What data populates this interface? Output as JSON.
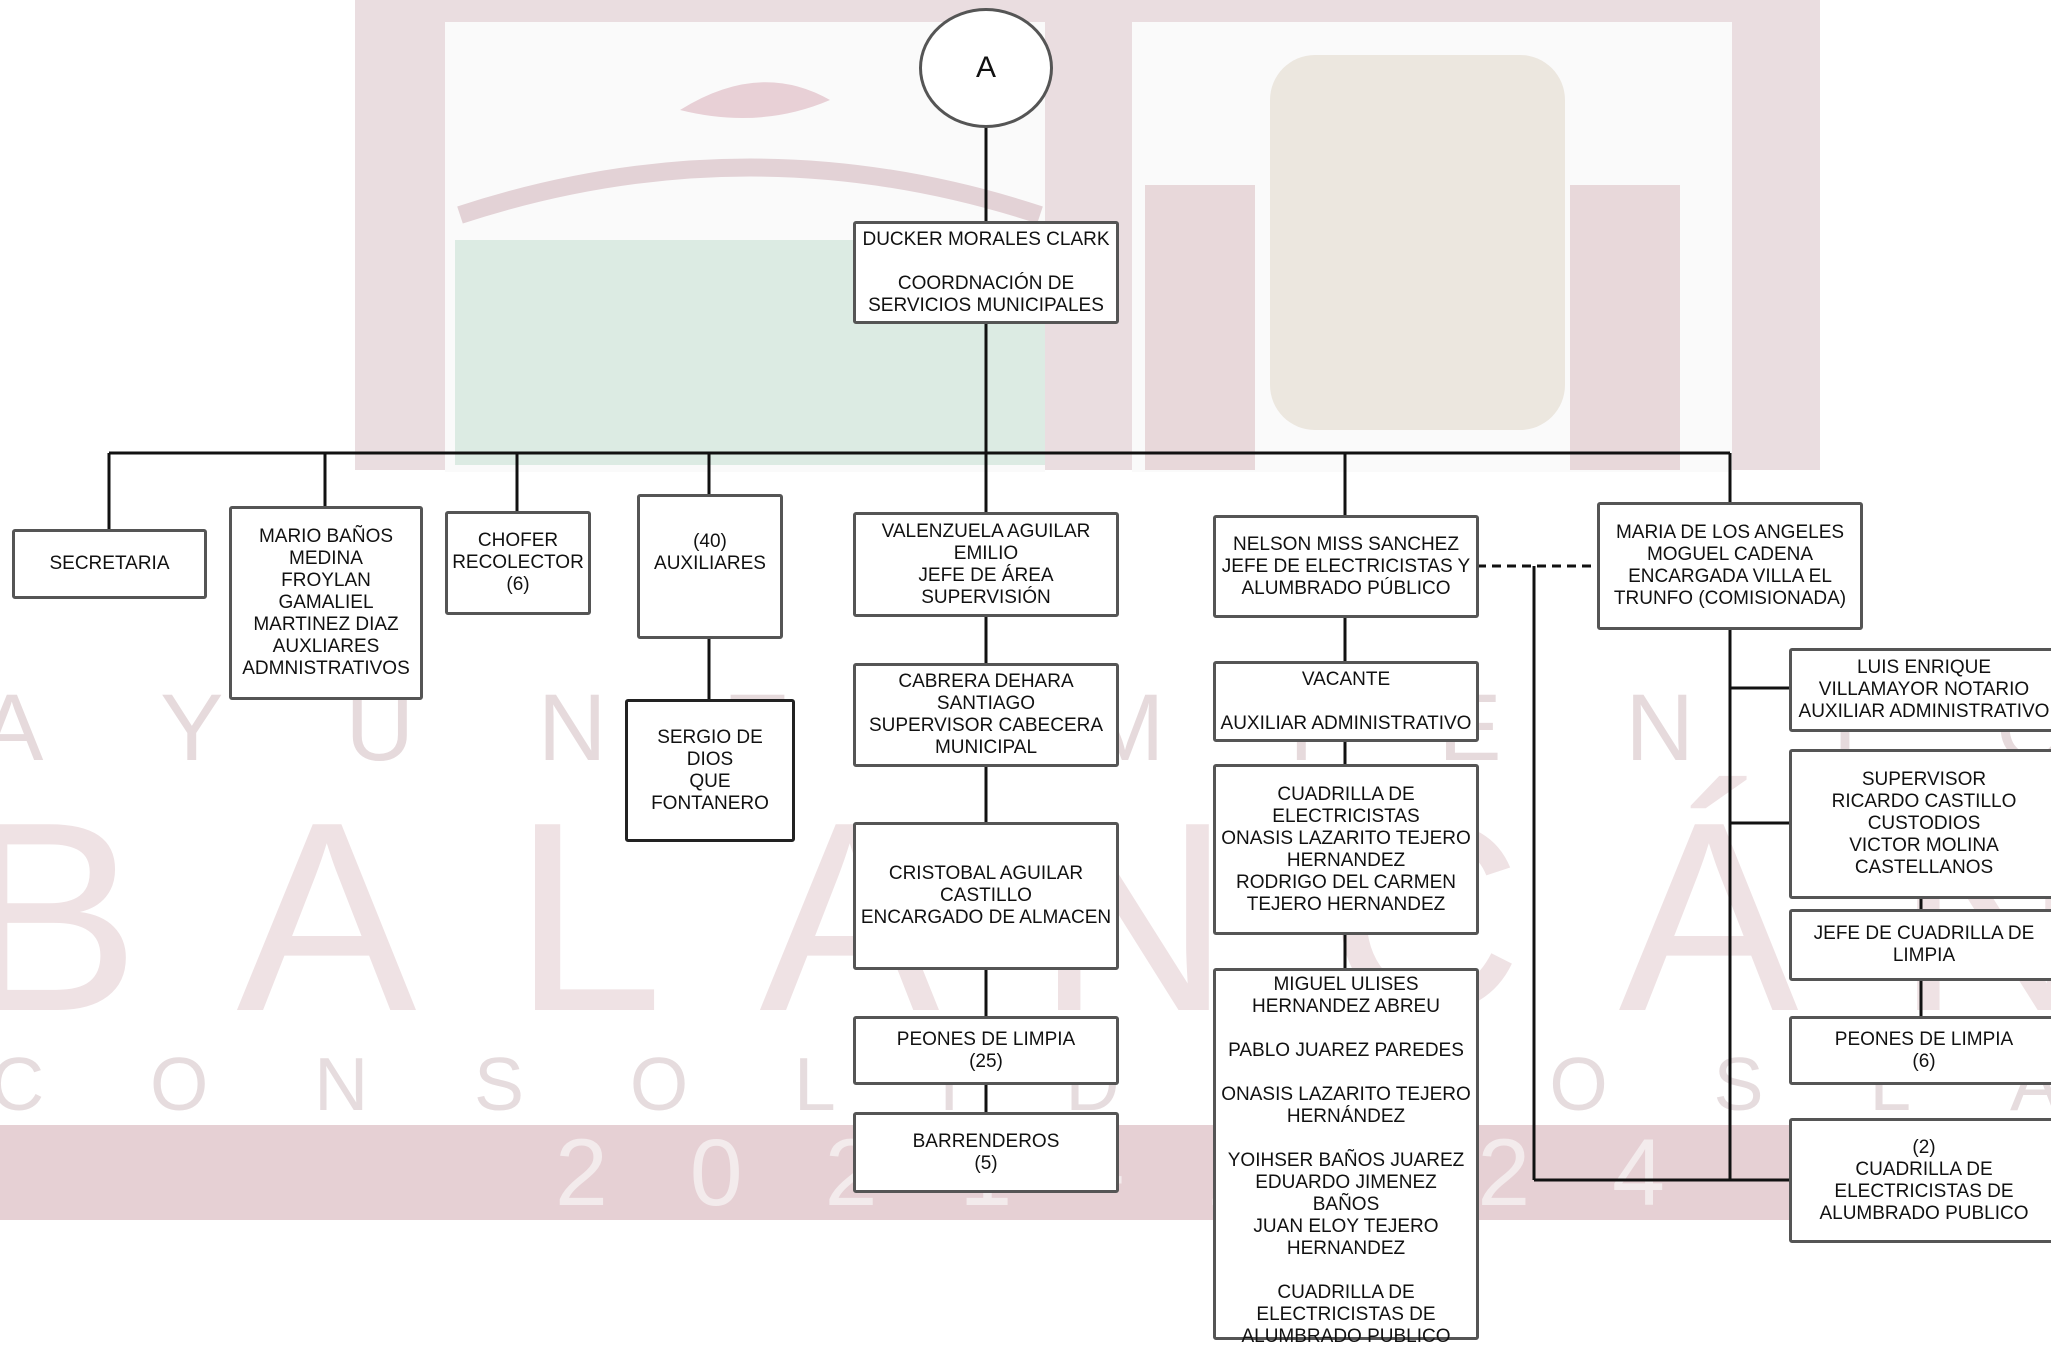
{
  "connector_label": "A",
  "colors": {
    "watermark": "#e8d8da",
    "watermark_band": "#e3ccd0",
    "watermark_text": "#e2d3d6",
    "sea": "#dcebe3",
    "stone": "#ece7df",
    "line": "#111111",
    "border": "#555555"
  },
  "watermark": {
    "word_top": "A Y U N T A M I E N T O",
    "word_big": "BALANCÁN",
    "word_motto": "C O N S O L I D E M O S  L A",
    "years": "2 0 2 1 - 2 0 2 4"
  },
  "nodes": {
    "head": "DUCKER MORALES CLARK\n\nCOORDNACIÓN DE\nSERVICIOS MUNICIPALES",
    "secretaria": "SECRETARIA",
    "admin_aux": "MARIO BAÑOS\nMEDINA\nFROYLAN\nGAMALIEL\nMARTINEZ DIAZ\nAUXLIARES\nADMNISTRATIVOS",
    "chofer": "CHOFER\nRECOLECTOR\n(6)",
    "auxiliares": "(40)\nAUXILIARES",
    "fontanero": "SERGIO DE DIOS\nQUE\nFONTANERO",
    "supervision": "VALENZUELA AGUILAR\nEMILIO\nJEFE  DE ÁREA\nSUPERVISIÓN",
    "supervisor_cabecera": "CABRERA DEHARA\nSANTIAGO\nSUPERVISOR CABECERA\nMUNICIPAL",
    "almacen": "CRISTOBAL AGUILAR\nCASTILLO\nENCARGADO DE ALMACEN",
    "peones25": "PEONES DE LIMPIA\n(25)",
    "barrenderos": "BARRENDEROS\n(5)",
    "electricistas_jefe": "NELSON MISS SANCHEZ\nJEFE DE ELECTRICISTAS Y\nALUMBRADO PÚBLICO",
    "vacante": "VACANTE\n\nAUXILIAR ADMINISTRATIVO",
    "cuadrilla1": "CUADRILLA DE\nELECTRICISTAS\nONASIS LAZARITO TEJERO\nHERNANDEZ\nRODRIGO DEL CARMEN\nTEJERO HERNANDEZ",
    "cuadrilla_lista": "MIGUEL ULISES\nHERNANDEZ ABREU\n\nPABLO JUAREZ PAREDES\n\nONASIS LAZARITO TEJERO\nHERNÁNDEZ\n\nYOIHSER BAÑOS JUAREZ\nEDUARDO JIMENEZ BAÑOS\nJUAN ELOY TEJERO\nHERNANDEZ\n\nCUADRILLA DE\nELECTRICISTAS  DE\nALUMBRADO PUBLICO",
    "villa": "MARIA DE LOS ANGELES\nMOGUEL CADENA\nENCARGADA VILLA EL\nTRUNFO (COMISIONADA)",
    "villa_aux": "LUIS ENRIQUE\nVILLAMAYOR NOTARIO\nAUXILIAR ADMINISTRATIVO",
    "villa_supervisor": "SUPERVISOR\nRICARDO CASTILLO\nCUSTODIOS\nVICTOR MOLINA\nCASTELLANOS",
    "villa_jefe_cuadrilla": "JEFE DE CUADRILLA DE\nLIMPIA",
    "villa_peones": "PEONES DE LIMPIA\n(6)",
    "villa_electricistas": "(2)\nCUADRILLA DE\nELECTRICISTAS  DE\nALUMBRADO PUBLICO"
  }
}
